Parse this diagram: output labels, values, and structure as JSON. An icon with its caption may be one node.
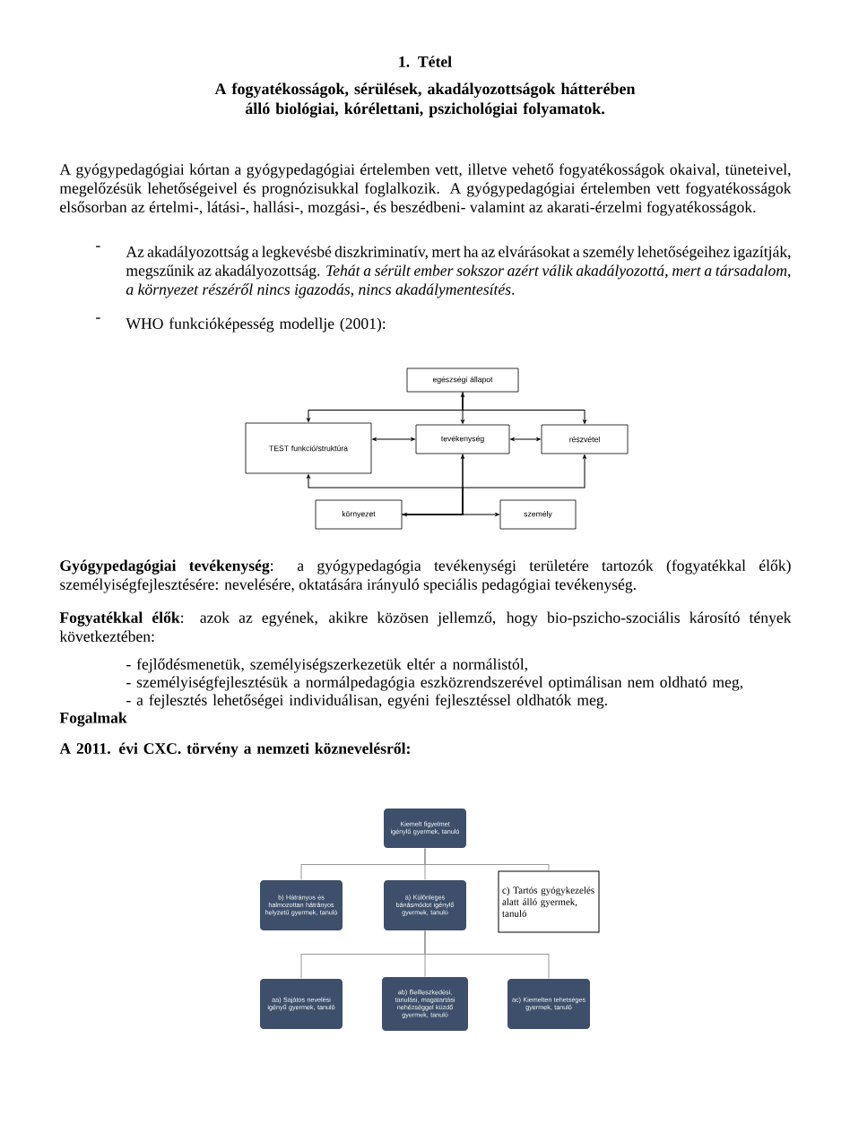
{
  "diagram": {
    "nodes": [
      {
        "text": [
          "egészségi állapot"
        ]
      },
      {
        "text": [
          "TEST funkció/struktúra"
        ]
      },
      {
        "text": [
          "tevékenység"
        ]
      },
      {
        "text": [
          "részvétel"
        ]
      },
      {
        "text": [
          "környezet"
        ]
      },
      {
        "text": [
          "személy"
        ]
      },
      {
        "text": [
          "Kiemelt figyelmet igénylő gyermek, tanuló"
        ]
      },
      {
        "text": [
          "b) Hátrányos és halmozottan hátrányos helyzetű gyermek, tanuló"
        ]
      },
      {
        "text": [
          "a) Különleges bánásmódot igénylő gyermek, tanuló"
        ]
      },
      {
        "text": [
          "c) Tartós gyógykezelés alatt álló gyermek, tanuló"
        ]
      },
      {
        "text": [
          "aa) Sajátos nevelési igényű gyermek, tanuló"
        ]
      },
      {
        "text": [
          "ab) Beilleszkedési, tanulási, magatartási nehézséggel küzdő gyermek, tanuló"
        ]
      },
      {
        "text": [
          "ac) Kiemelten tehetséges gyermek, tanuló"
        ]
      }
    ],
    "edges": [
      {
        "from": 0,
        "to": 1,
        "arrow": "to"
      },
      {
        "from": 0,
        "to": 2,
        "arrow": "both"
      },
      {
        "from": 0,
        "to": 3,
        "arrow": "to"
      },
      {
        "from": 1,
        "to": 2,
        "arrow": "both"
      },
      {
        "from": 2,
        "to": 3,
        "arrow": "both"
      },
      {
        "from": 4,
        "to": 1,
        "arrow": "to"
      },
      {
        "from": 4,
        "to": 2,
        "arrow": "both"
      },
      {
        "from": 4,
        "to": 3,
        "arrow": "to"
      },
      {
        "from": 2,
        "to": 5,
        "arrow": "to"
      },
      {
        "from": 6,
        "to": 7,
        "arrow": "none",
        "color": "#969696"
      },
      {
        "from": 6,
        "to": 8,
        "arrow": "none",
        "color": "#969696"
      },
      {
        "from": 6,
        "to": 9,
        "arrow": "none",
        "color": "#969696"
      },
      {
        "from": 8,
        "to": 10,
        "arrow": "none",
        "color": "#969696"
      },
      {
        "from": 8,
        "to": 11,
        "arrow": "none",
        "color": "#969696"
      },
      {
        "from": 8,
        "to": 12,
        "arrow": "none",
        "color": "#969696"
      }
    ],
    "labels": [
      "1. Tétel",
      "A fogyatékosságok, sérülések, akadályozottságok hátterében álló biológiai, kórélettani, pszichológiai folyamatok.",
      "A gyógypedagógiai kórtan a gyógypedagógiai értelemben vett, illetve vehető fogyatékosságok okaival, tüneteivel, megelőzésük lehetőségeivel és prognózisukkal foglalkozik. A gyógypedagógiai értelemben vett fogyatékosságok elsősorban az értelmi-, látási-, hallási-, mozgási-, és beszédbeni- valamint az akarati-érzelmi fogyatékosságok.",
      "-",
      "Az akadályozottság a legkevésbé diszkriminatív, mert ha az elvárásokat a személy lehetőségeihez igazítják, megszűnik az akadályozottság. *Tehát a sérült ember sokszor azért válik akadályozottá, mert a társadalom, a környezet részéről nincs igazodás, nincs akadálymentesítés*.",
      "-",
      "WHO funkcióképesség modellje (2001):",
      "**Gyógypedagógiai tevékenység**: a gyógypedagógia tevékenységi területére tartozók (fogyatékkal élők) személyiségfejlesztésére: nevelésére, oktatására irányuló speciális pedagógiai tevékenység.",
      "**Fogyatékkal élők**: azok az egyének, akikre közösen jellemző, hogy bio-pszicho-szociális károsító tények következtében:",
      "- fejlődésmenetük, személyiségszerkezetük eltér a normálistól,",
      "- személyiségfejlesztésük a normálpedagógia eszközrendszerével optimálisan nem oldható meg,",
      "- a fejlesztés lehetőségei individuálisan, egyéni fejlesztéssel oldhatók meg.",
      "Fogalmak",
      "A 2011. évi CXC. törvény a nemzeti köznevelésről:"
    ]
  }
}
